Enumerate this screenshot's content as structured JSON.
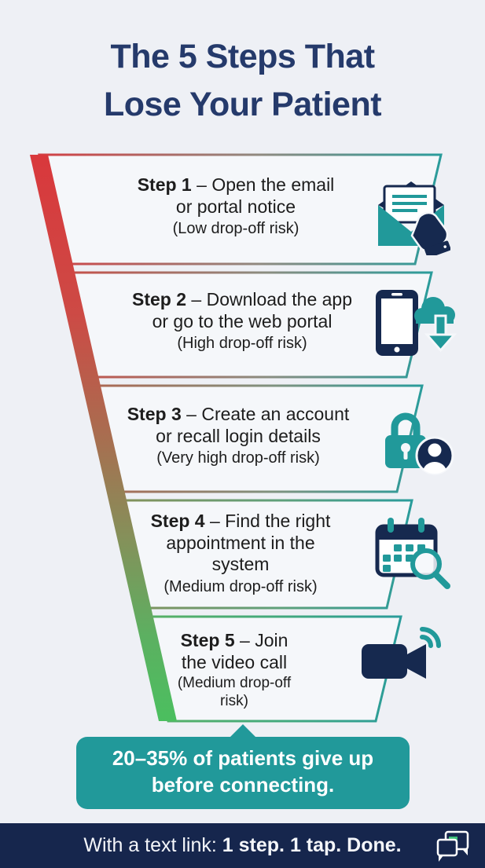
{
  "title": {
    "line1": "The 5 Steps That",
    "line2": "Lose Your Patient"
  },
  "funnel": {
    "steps": [
      {
        "label": "Step 1",
        "separator": "–",
        "description": "Open the email or portal notice",
        "risk": "(Low drop-off risk)",
        "icon": "email-open-hand-icon"
      },
      {
        "label": "Step 2",
        "separator": "–",
        "description": "Download the app or go to the web portal",
        "risk": "(High drop-off risk)",
        "icon": "phone-cloud-download-icon"
      },
      {
        "label": "Step 3",
        "separator": "–",
        "description": "Create an account or recall login details",
        "risk": "(Very high drop-off risk)",
        "icon": "lock-user-icon"
      },
      {
        "label": "Step 4",
        "separator": "–",
        "description": "Find the right appointment in the system",
        "risk": "(Medium drop-off risk)",
        "icon": "calendar-search-icon"
      },
      {
        "label": "Step 5",
        "separator": "–",
        "description": "Join the video call",
        "risk": "(Medium drop-off risk)",
        "icon": "video-camera-icon"
      }
    ]
  },
  "callout": {
    "text": "20–35% of patients give up before connecting."
  },
  "footer": {
    "prefix": "With a text link:",
    "highlight": "1 step. 1 tap. Done.",
    "icon": "chat-bubbles-icon"
  },
  "colors": {
    "background": "#eef0f5",
    "segment_fill": "#f5f7fa",
    "accent_teal": "#21999a",
    "accent_red": "#d9383c",
    "accent_green": "#4bbf5f",
    "icon_navy": "#16294f",
    "title_navy": "#253a6b",
    "footer_navy": "#16264d",
    "chat_green": "#3cc07a"
  }
}
